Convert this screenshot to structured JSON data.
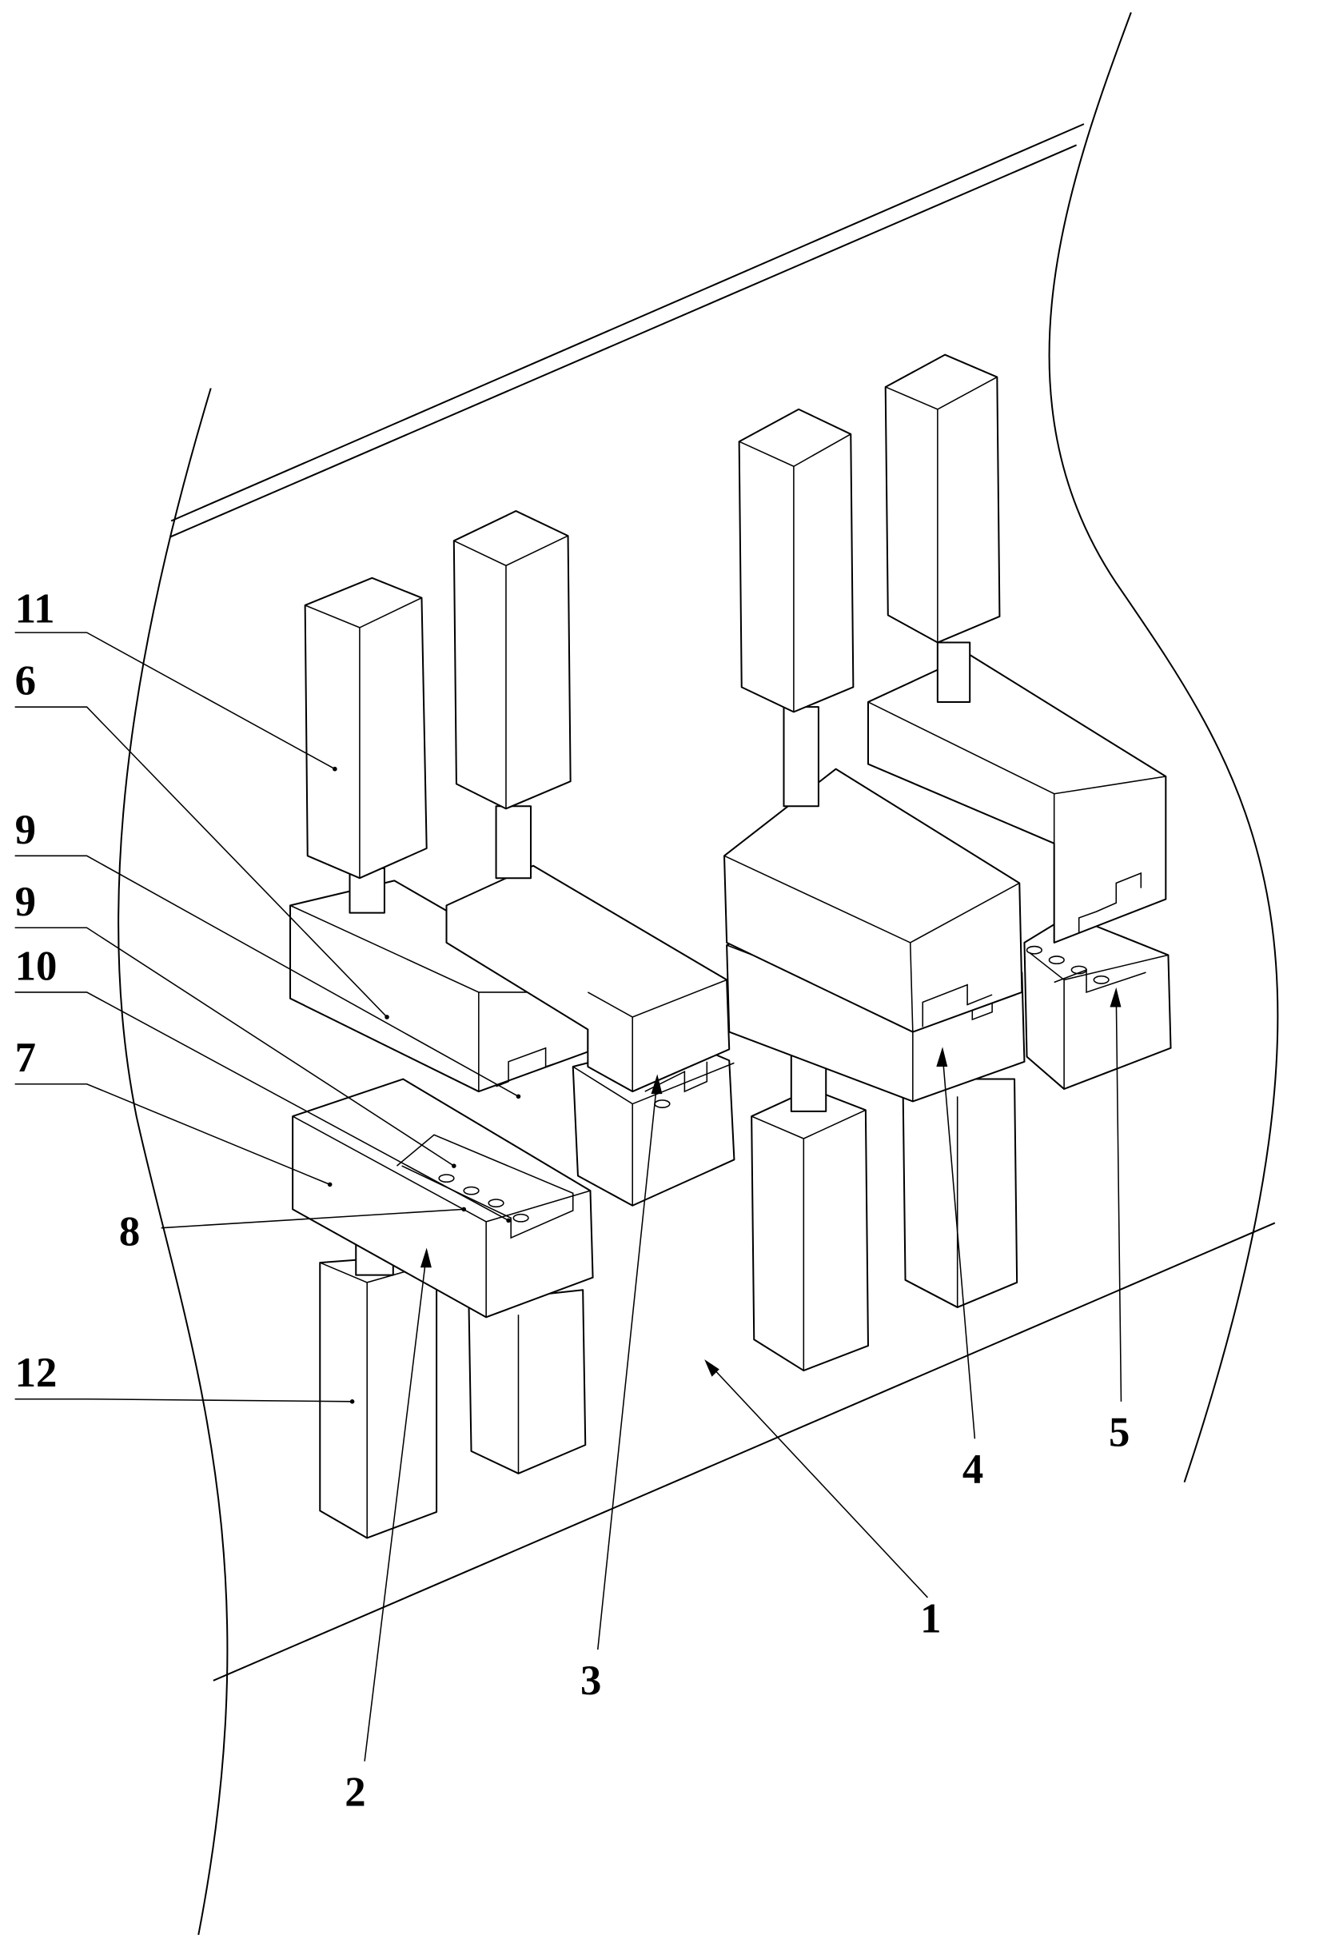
{
  "figure": {
    "type": "patent-style isometric line drawing",
    "labels": [
      {
        "id": "label-1",
        "text": "1"
      },
      {
        "id": "label-2",
        "text": "2"
      },
      {
        "id": "label-3",
        "text": "3"
      },
      {
        "id": "label-4",
        "text": "4"
      },
      {
        "id": "label-5",
        "text": "5"
      },
      {
        "id": "label-6",
        "text": "6"
      },
      {
        "id": "label-7",
        "text": "7"
      },
      {
        "id": "label-8",
        "text": "8"
      },
      {
        "id": "label-9a",
        "text": "9"
      },
      {
        "id": "label-9b",
        "text": "9"
      },
      {
        "id": "label-10",
        "text": "10"
      },
      {
        "id": "label-11",
        "text": "11"
      },
      {
        "id": "label-12",
        "text": "12"
      }
    ]
  }
}
